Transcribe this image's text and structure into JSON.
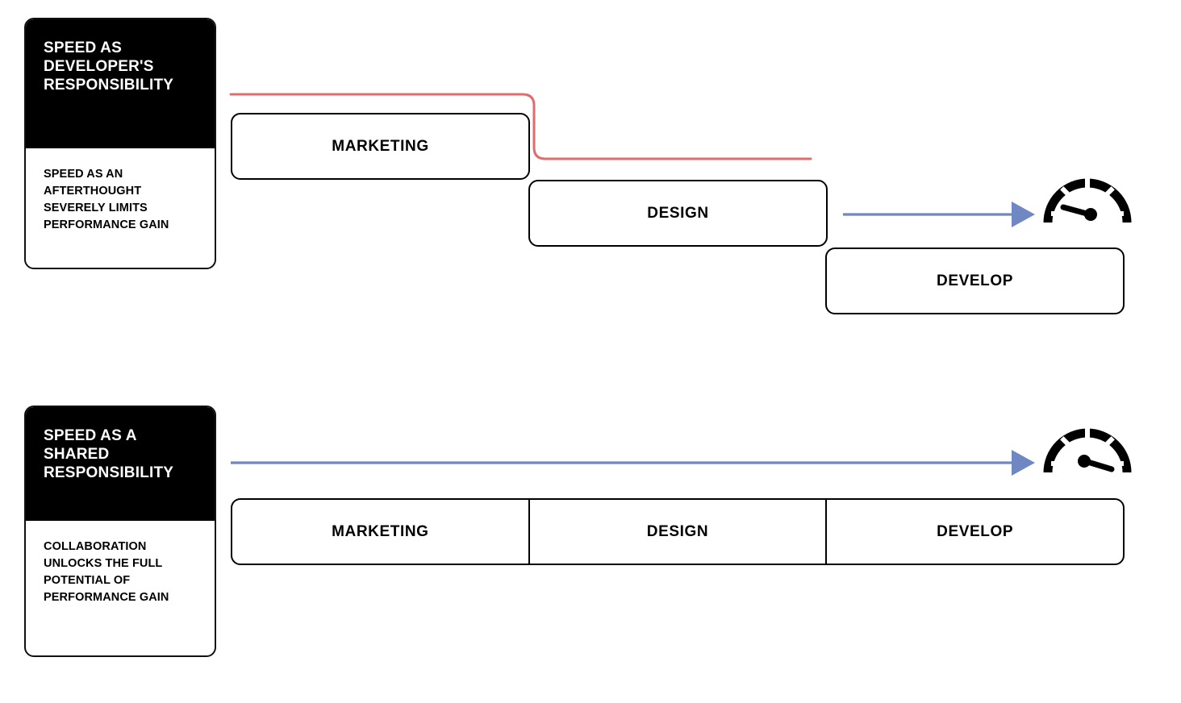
{
  "diagram": {
    "title_semantic": "speed-responsibility-comparison",
    "background_color": "#ffffff",
    "accent_colors": {
      "box_outline": "#000000",
      "card_header_bg": "#000000",
      "card_header_text": "#ffffff",
      "slow_path_red": "#e06c6c",
      "fast_path_blue": "#6f87c3",
      "gauge": "#000000"
    }
  },
  "sections": [
    {
      "id": "sequential",
      "card": {
        "heading": "SPEED AS\nDEVELOPER'S\nRESPONSIBILITY",
        "body": "SPEED AS AN\nAFTERTHOUGHT\nSEVERELY LIMITS\nPERFORMANCE GAIN"
      },
      "stages": [
        {
          "label": "MARKETING"
        },
        {
          "label": "DESIGN"
        },
        {
          "label": "DEVELOP"
        }
      ],
      "gauge": {
        "name": "speedometer-low",
        "needle": "low",
        "needle_angle_deg": -155
      },
      "paths": [
        {
          "name": "slow-path-line",
          "color": "#e06c6c",
          "style": "stepped",
          "arrow": false
        },
        {
          "name": "fast-path-arrow",
          "color": "#6f87c3",
          "style": "straight",
          "arrow": true
        }
      ]
    },
    {
      "id": "collaborative",
      "card": {
        "heading": "SPEED AS A\nSHARED\nRESPONSIBILITY",
        "body": "COLLABORATION\nUNLOCKS THE FULL\nPOTENTIAL OF\nPERFORMANCE GAIN"
      },
      "stages": [
        {
          "label": "MARKETING"
        },
        {
          "label": "DESIGN"
        },
        {
          "label": "DEVELOP"
        }
      ],
      "gauge": {
        "name": "speedometer-high",
        "needle": "high",
        "needle_angle_deg": -25
      },
      "paths": [
        {
          "name": "fast-path-arrow",
          "color": "#6f87c3",
          "style": "straight",
          "arrow": true
        }
      ]
    }
  ]
}
